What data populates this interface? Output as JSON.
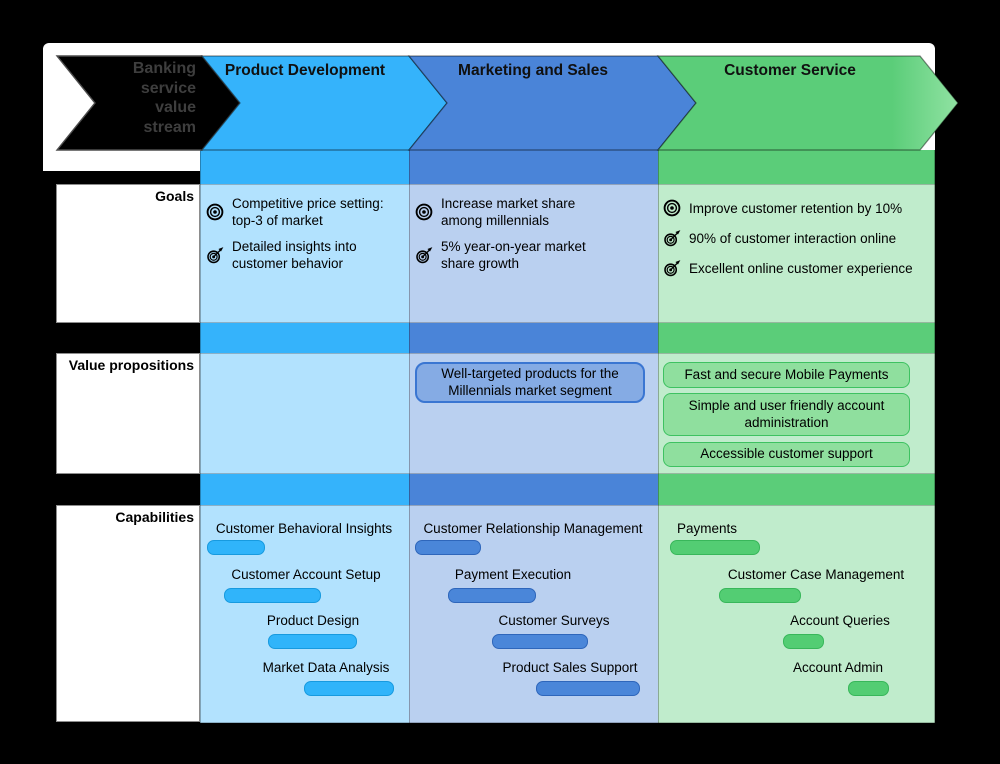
{
  "value_stream": {
    "label_lines": [
      "Banking",
      "service",
      "value",
      "stream"
    ]
  },
  "rows": [
    {
      "label": "Goals"
    },
    {
      "label": "Value propositions"
    },
    {
      "label": "Capabilities"
    }
  ],
  "palette": {
    "product_development": "#35B3FB",
    "marketing_and_sales": "#4A84D8",
    "customer_service": "#5BCD79",
    "background": "#000000",
    "canvas": "#FFFFFF"
  },
  "columns": [
    {
      "header": "Product Development",
      "goals": [
        {
          "icon": "bullseye-target-icon",
          "text": "Competitive price setting: top-3 of market"
        },
        {
          "icon": "dart-target-icon",
          "text": "Detailed insights into customer behavior"
        }
      ],
      "value_propositions": [],
      "capabilities": [
        {
          "label": "Customer Behavioral Insights"
        },
        {
          "label": "Customer Account Setup"
        },
        {
          "label": "Product Design"
        },
        {
          "label": "Market Data Analysis"
        }
      ]
    },
    {
      "header": "Marketing and Sales",
      "goals": [
        {
          "icon": "bullseye-target-icon",
          "text": "Increase market share among millennials"
        },
        {
          "icon": "dart-target-icon",
          "text": "5% year-on-year market share growth"
        }
      ],
      "value_propositions": [
        {
          "text": "Well-targeted products for the Millennials market segment"
        }
      ],
      "capabilities": [
        {
          "label": "Customer Relationship Management"
        },
        {
          "label": "Payment Execution"
        },
        {
          "label": "Customer Surveys"
        },
        {
          "label": "Product Sales Support"
        }
      ]
    },
    {
      "header": "Customer Service",
      "goals": [
        {
          "icon": "bullseye-target-icon",
          "text": "Improve customer retention by 10%"
        },
        {
          "icon": "dart-target-icon",
          "text": "90% of customer interaction online"
        },
        {
          "icon": "dart-target-icon",
          "text": "Excellent online customer experience"
        }
      ],
      "value_propositions": [
        {
          "text": "Fast and secure Mobile Payments"
        },
        {
          "text": "Simple and user friendly account administration"
        },
        {
          "text": "Accessible customer support"
        }
      ],
      "capabilities": [
        {
          "label": "Payments"
        },
        {
          "label": "Customer Case Management"
        },
        {
          "label": "Account Queries"
        },
        {
          "label": "Account Admin"
        }
      ]
    }
  ]
}
